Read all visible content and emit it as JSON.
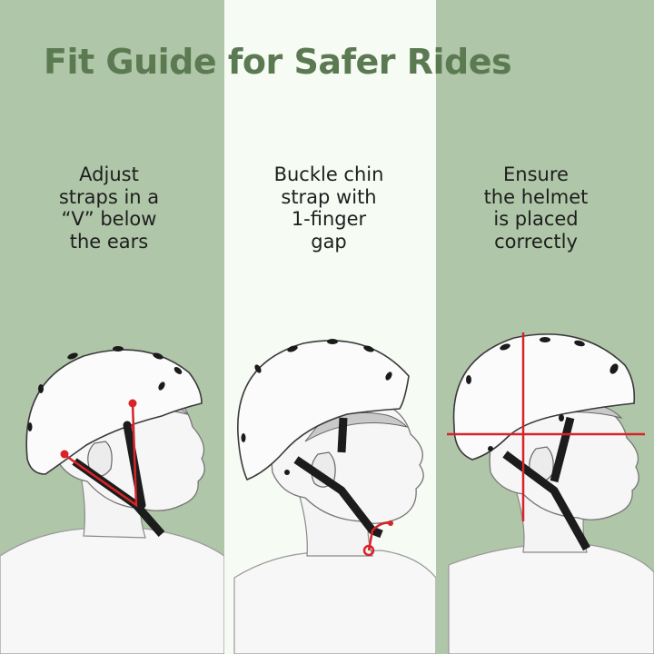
{
  "title": "Fit Guide for Safer Rides",
  "colors": {
    "panel_green": "#afc6a8",
    "panel_white": "#f6fbf4",
    "title_green": "#5b7a52",
    "guide_red": "#d8232a",
    "strap": "#1c1c1c"
  },
  "steps": [
    {
      "lines": [
        "Adjust",
        "straps in a",
        "“V” below",
        "the ears"
      ]
    },
    {
      "lines": [
        "Buckle chin",
        "strap with",
        "1-finger",
        "gap"
      ]
    },
    {
      "lines": [
        "Ensure",
        "the helmet",
        "is placed",
        "correctly"
      ]
    }
  ]
}
